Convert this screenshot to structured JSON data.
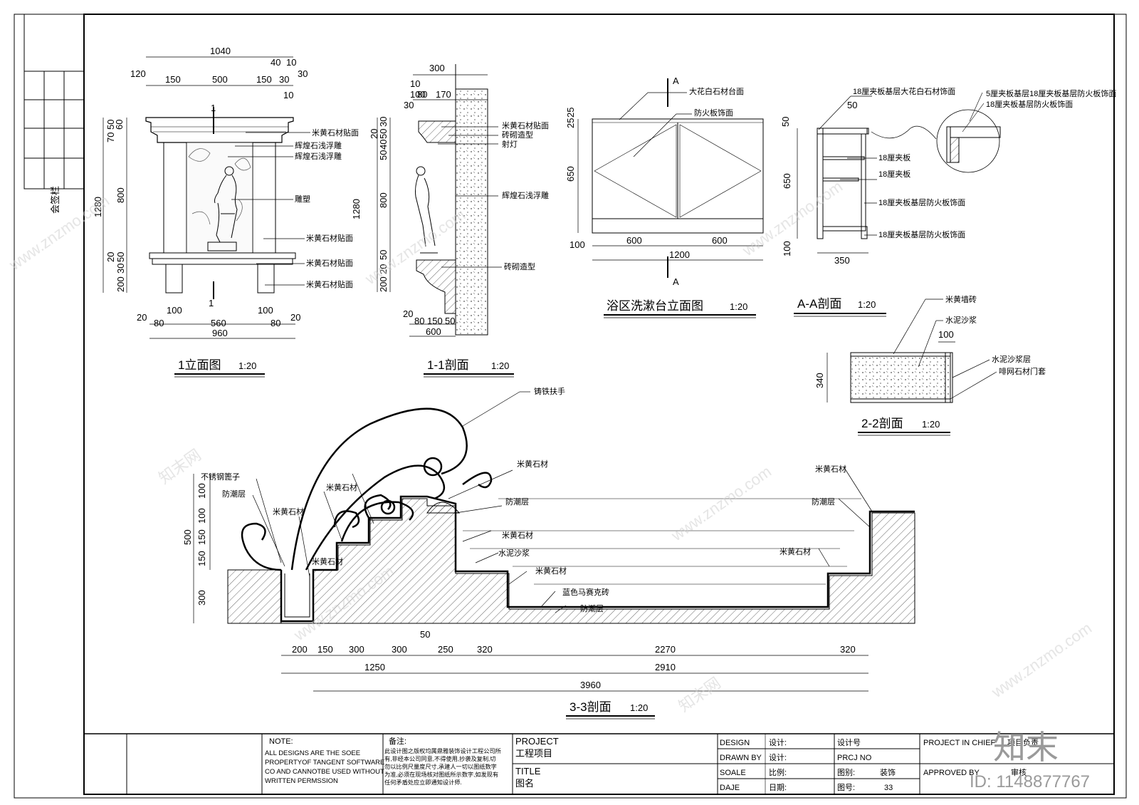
{
  "sign_column": {
    "label": "会签栏"
  },
  "elevation_1": {
    "title": "1立面图",
    "scale": "1:20",
    "dims_top": [
      "1040",
      "120",
      "150",
      "500",
      "150",
      "30",
      "40",
      "10",
      "30",
      "10"
    ],
    "dims_left": [
      "50",
      "70",
      "60",
      "1280",
      "800",
      "20",
      "50",
      "30",
      "200"
    ],
    "dims_bottom": [
      "20",
      "80",
      "560",
      "100",
      "80",
      "20",
      "100",
      "960"
    ],
    "section_mark": "1",
    "labels": [
      "米黄石材贴面",
      "辉煌石浅浮雕",
      "辉煌石浅浮雕",
      "雕塑",
      "米黄石材贴面",
      "米黄石材贴面",
      "米黄石材贴面"
    ]
  },
  "section_1_1": {
    "title": "1-1剖面",
    "scale": "1:20",
    "dims_top": [
      "300",
      "10",
      "80",
      "170",
      "100",
      "30"
    ],
    "dims_left": [
      "30",
      "50",
      "20",
      "40",
      "50",
      "1280",
      "800",
      "50",
      "20",
      "200"
    ],
    "dims_bottom": [
      "20",
      "80",
      "150",
      "50",
      "600"
    ],
    "labels": [
      "米黄石材贴面",
      "砖砌造型",
      "射灯",
      "辉煌石浅浮雕",
      "砖砌造型"
    ]
  },
  "basin_elevation": {
    "title": "浴区洗漱台立面图",
    "scale": "1:20",
    "section_letter": "A",
    "labels": [
      "大花白石材台面",
      "防火板饰面"
    ],
    "dims_left": [
      "25",
      "25",
      "650",
      "100"
    ],
    "dims_bottom": [
      "600",
      "600",
      "1200"
    ]
  },
  "section_a_a": {
    "title": "A-A剖面",
    "scale": "1:20",
    "dims": [
      "50",
      "50",
      "650",
      "100",
      "350"
    ],
    "labels": [
      "18厘夹板基层大花白石材饰面",
      "18厘夹板",
      "18厘夹板",
      "18厘夹板基层防火板饰面",
      "18厘夹板基层防火板饰面"
    ],
    "detail_labels": [
      "5厘夹板基层18厘夹板基层防火板饰面",
      "18厘夹板基层防火板饰面"
    ]
  },
  "section_2_2": {
    "title": "2-2剖面",
    "scale": "1:20",
    "dims": [
      "100",
      "340"
    ],
    "labels": [
      "米黄墙砖",
      "水泥沙浆",
      "水泥沙浆层",
      "啡网石材门套"
    ]
  },
  "section_3_3": {
    "title": "3-3剖面",
    "scale": "1:20",
    "labels_left": [
      "铸铁扶手",
      "不锈钢篦子",
      "防潮层",
      "米黄石材",
      "米黄石材",
      "米黄石材"
    ],
    "labels_mid": [
      "米黄石材",
      "防潮层",
      "米黄石材",
      "水泥沙浆",
      "米黄石材",
      "蓝色马赛克砖",
      "防潮层"
    ],
    "labels_right": [
      "米黄石材",
      "防潮层",
      "米黄石材"
    ],
    "dims_left": [
      "100",
      "500",
      "100",
      "150",
      "150",
      "300"
    ],
    "dims_row1": [
      "200",
      "150",
      "300",
      "300",
      "50",
      "250",
      "320",
      "2270",
      "320"
    ],
    "dims_row2": [
      "1250",
      "2910"
    ],
    "dims_row3": [
      "3960"
    ]
  },
  "title_block": {
    "note_head": "NOTE:",
    "note_lines": [
      "ALL DESIGNS ARE THE SOEE",
      "PROPERTYOF TANGENT SOFTWARE",
      "CO AND CANNOTBE USED WITHOUT",
      "WRITTEN PERMSSION"
    ],
    "remark_head": "备注:",
    "remark_lines": [
      "此设计图之版权均属鼎雅装饰设计工程公司所",
      "有,非经本公司同意,不得使用,抄袭及复制,切",
      "勿以比例尺量度尺寸,承建人一切以图纸数字",
      "为准,必须在现场核对图纸所示数字,如发现有",
      "任何矛盾处应立即通知设计师."
    ],
    "project": "PROJECT",
    "project_cn": "工程项目",
    "title": "TITLE",
    "title_cn": "图名",
    "design": "DESIGN",
    "design_cn": "设计:",
    "drawn": "DRAWN BY",
    "drawn_cn": "设计:",
    "scale": "SOALE",
    "scale_cn": "比例:",
    "date": "DAJE",
    "date_cn": "日期:",
    "design_no": "设计号",
    "proj_no": "PRCJ NO",
    "fig_type_label": "图别:",
    "fig_type": "装饰",
    "fig_no_label": "图号:",
    "fig_no": "33",
    "chief": "PROJECT IN CHIEF",
    "chief_cn": "项目负责",
    "approved": "APPROVED BY",
    "approved_cn": "审核"
  },
  "watermark": {
    "brand": "知末",
    "id": "ID: 1148877767",
    "site": "www.znzmo.com",
    "site_cn": "知末网"
  }
}
